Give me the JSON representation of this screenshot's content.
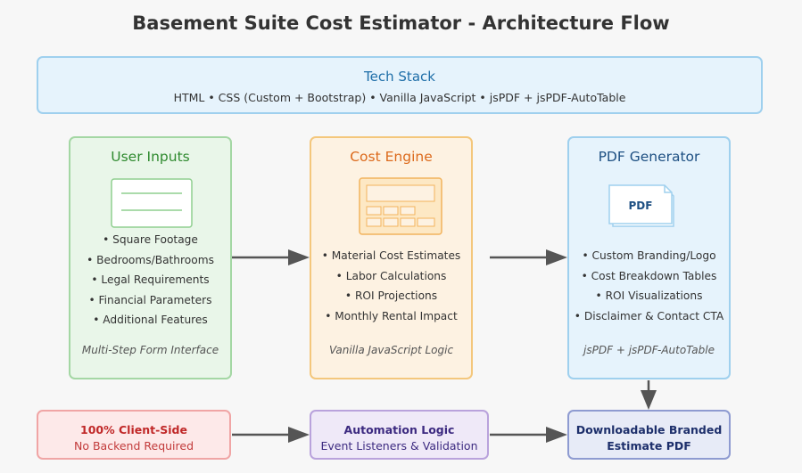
{
  "title": "Basement Suite Cost Estimator - Architecture Flow",
  "tech_stack": {
    "heading": "Tech Stack",
    "text": "HTML • CSS (Custom + Bootstrap) • Vanilla JavaScript • jsPDF + jsPDF-AutoTable"
  },
  "user_inputs": {
    "heading": "User Inputs",
    "items": [
      "• Square Footage",
      "• Bedrooms/Bathrooms",
      "• Legal Requirements",
      "• Financial Parameters",
      "• Additional Features"
    ],
    "footer": "Multi-Step Form Interface"
  },
  "cost_engine": {
    "heading": "Cost Engine",
    "items": [
      "• Material Cost Estimates",
      "• Labor Calculations",
      "• ROI Projections",
      "• Monthly Rental Impact"
    ],
    "footer": "Vanilla JavaScript Logic"
  },
  "pdf_generator": {
    "heading": "PDF Generator",
    "icon_label": "PDF",
    "items": [
      "• Custom Branding/Logo",
      "• Cost Breakdown Tables",
      "• ROI Visualizations",
      "• Disclaimer & Contact CTA"
    ],
    "footer": "jsPDF + jsPDF-AutoTable"
  },
  "client_side": {
    "line1": "100% Client-Side",
    "line2": "No Backend Required"
  },
  "automation": {
    "line1": "Automation Logic",
    "line2": "Event Listeners & Validation"
  },
  "download": {
    "line1": "Downloadable Branded",
    "line2": "Estimate PDF"
  },
  "icons": [
    "form-icon",
    "calculator-icon",
    "pdf-document-icon"
  ],
  "colors": {
    "green": "#2f8a2f",
    "orange": "#dc6a1c",
    "blue": "#1d4f82",
    "red": "#c02828",
    "purple": "#3c2a80",
    "arrow": "#555555"
  }
}
